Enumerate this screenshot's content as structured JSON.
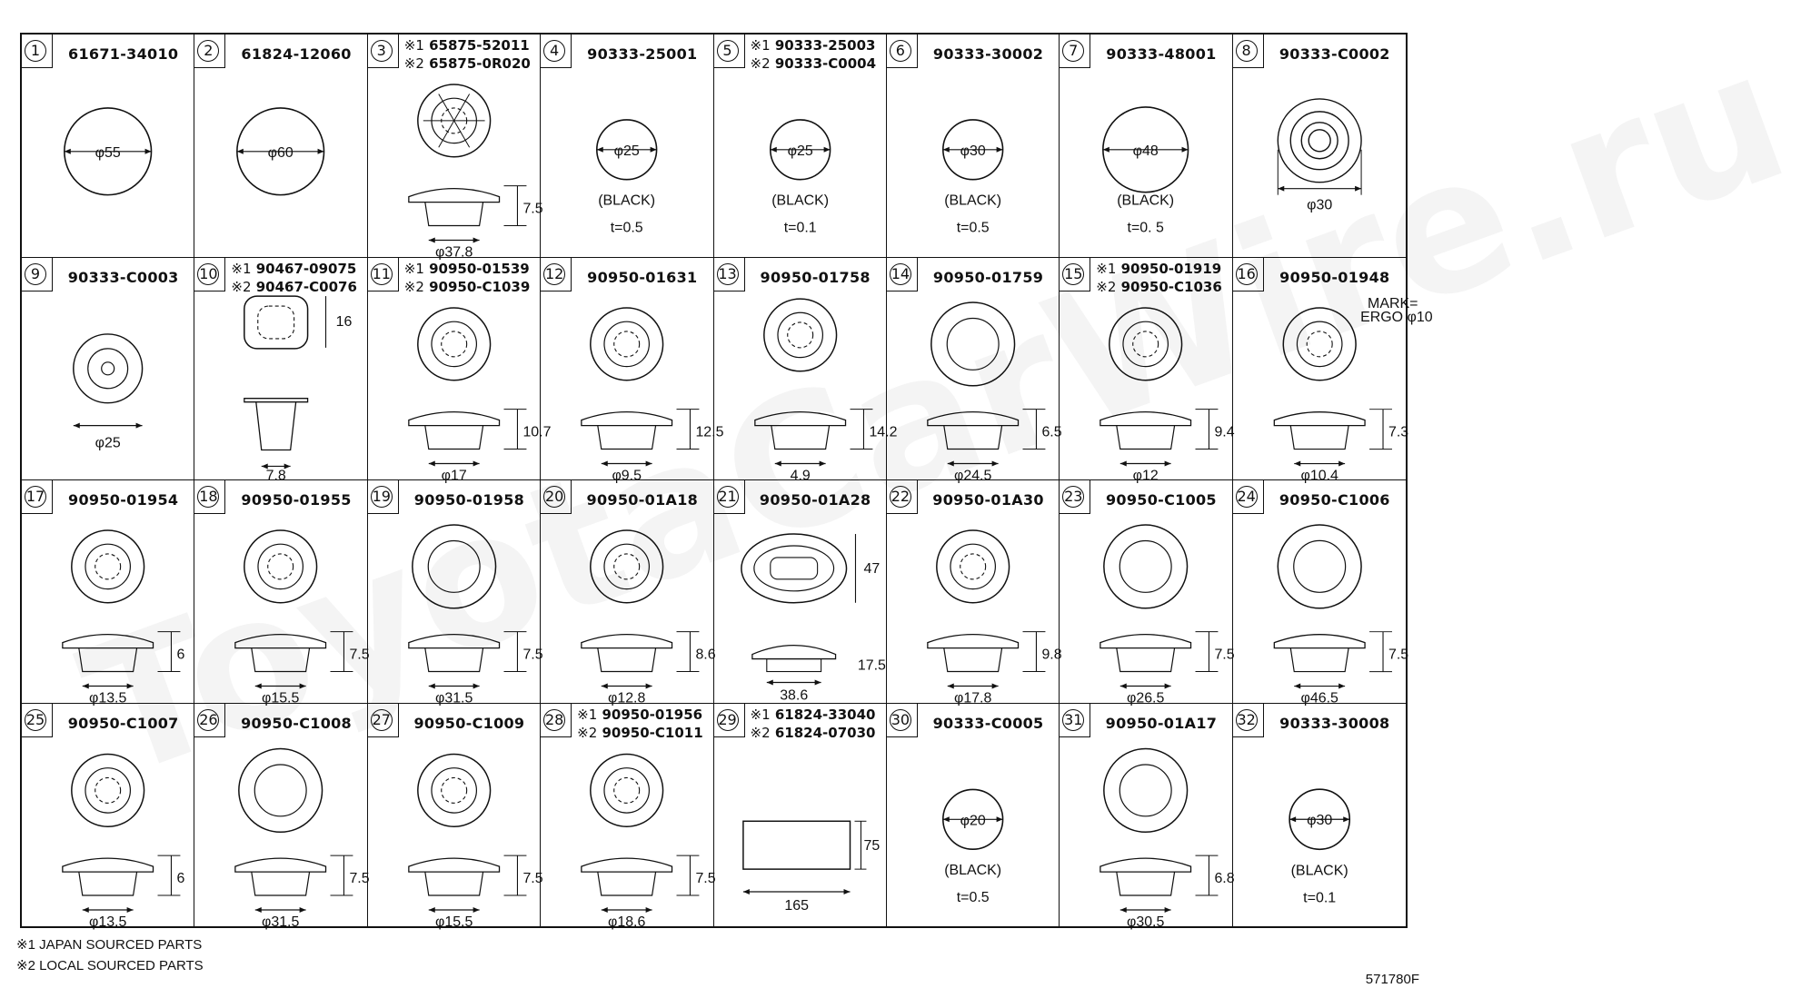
{
  "watermark": "ToyotaCarWire.ru",
  "figure_id": "571780F",
  "notes": [
    "※1 JAPAN SOURCED PARTS",
    "※2 LOCAL SOURCED PARTS"
  ],
  "cells": [
    {
      "num": "1",
      "part": "61671-34010",
      "shape": "disc",
      "dia": "φ55"
    },
    {
      "num": "2",
      "part": "61824-12060",
      "shape": "disc",
      "dia": "φ60"
    },
    {
      "num": "3",
      "part1": "65875-52011",
      "part2": "65875-0R020",
      "m1": "※1",
      "m2": "※2",
      "shape": "grom-spoke",
      "dim_h": "7.5",
      "dim_d": "φ37.8"
    },
    {
      "num": "4",
      "part": "90333-25001",
      "shape": "disc-small",
      "dia": "φ25",
      "color": "(BLACK)",
      "thick": "t=0.5"
    },
    {
      "num": "5",
      "part1": "90333-25003",
      "part2": "90333-C0004",
      "m1": "※1",
      "m2": "※2",
      "shape": "disc-small",
      "dia": "φ25",
      "color": "(BLACK)",
      "thick": "t=0.1"
    },
    {
      "num": "6",
      "part": "90333-30002",
      "shape": "disc-small",
      "dia": "φ30",
      "color": "(BLACK)",
      "thick": "t=0.5"
    },
    {
      "num": "7",
      "part": "90333-48001",
      "shape": "disc-med",
      "dia": "φ48",
      "color": "(BLACK)",
      "thick": "t=0. 5"
    },
    {
      "num": "8",
      "part": "90333-C0002",
      "shape": "rings",
      "dia": "φ30"
    },
    {
      "num": "9",
      "part": "90333-C0003",
      "shape": "washer",
      "dia": "φ25"
    },
    {
      "num": "10",
      "part1": "90467-09075",
      "part2": "90467-C0076",
      "m1": "※1",
      "m2": "※2",
      "shape": "clip",
      "dim_h": "16",
      "dim_d": "7.8"
    },
    {
      "num": "11",
      "part1": "90950-01539",
      "part2": "90950-C1039",
      "m1": "※1",
      "m2": "※2",
      "shape": "plug",
      "dim_h": "10.7",
      "dim_d": "φ17"
    },
    {
      "num": "12",
      "part": "90950-01631",
      "shape": "plug-small",
      "dim_h": "12.5",
      "dim_d": "φ9.5"
    },
    {
      "num": "13",
      "part": "90950-01758",
      "shape": "screw",
      "dim_h": "14.2",
      "dim_d": "4.9"
    },
    {
      "num": "14",
      "part": "90950-01759",
      "shape": "cap",
      "dim_h": "6.5",
      "dim_d": "φ24.5"
    },
    {
      "num": "15",
      "part1": "90950-01919",
      "part2": "90950-C1036",
      "m1": "※1",
      "m2": "※2",
      "shape": "hexplug",
      "dim_h": "9.4",
      "dim_d": "φ12"
    },
    {
      "num": "16",
      "part": "90950-01948",
      "shape": "mark",
      "dim_h": "7.3",
      "dim_d": "φ10.4",
      "mark": "MARK=",
      "mark2": "ERGO φ10"
    },
    {
      "num": "17",
      "part": "90950-01954",
      "shape": "grom",
      "dim_h": "6",
      "dim_d": "φ13.5"
    },
    {
      "num": "18",
      "part": "90950-01955",
      "shape": "grom",
      "dim_h": "7.5",
      "dim_d": "φ15.5"
    },
    {
      "num": "19",
      "part": "90950-01958",
      "shape": "cap",
      "dim_h": "7.5",
      "dim_d": "φ31.5"
    },
    {
      "num": "20",
      "part": "90950-01A18",
      "shape": "hexplug",
      "dim_h": "8.6",
      "dim_d": "φ12.8"
    },
    {
      "num": "21",
      "part": "90950-01A28",
      "shape": "oval",
      "dim_h": "17.5",
      "dim_w": "47",
      "dim_d": "38.6"
    },
    {
      "num": "22",
      "part": "90950-01A30",
      "shape": "hexplug",
      "dim_h": "9.8",
      "dim_d": "φ17.8"
    },
    {
      "num": "23",
      "part": "90950-C1005",
      "shape": "cap",
      "dim_h": "7.5",
      "dim_d": "φ26.5"
    },
    {
      "num": "24",
      "part": "90950-C1006",
      "shape": "cap",
      "dim_h": "7.5",
      "dim_d": "φ46.5"
    },
    {
      "num": "25",
      "part": "90950-C1007",
      "shape": "grom",
      "dim_h": "6",
      "dim_d": "φ13.5"
    },
    {
      "num": "26",
      "part": "90950-C1008",
      "shape": "cap",
      "dim_h": "7.5",
      "dim_d": "φ31.5"
    },
    {
      "num": "27",
      "part": "90950-C1009",
      "shape": "grom",
      "dim_h": "7.5",
      "dim_d": "φ15.5"
    },
    {
      "num": "28",
      "part1": "90950-01956",
      "part2": "90950-C1011",
      "m1": "※1",
      "m2": "※2",
      "shape": "grom",
      "dim_h": "7.5",
      "dim_d": "φ18.6"
    },
    {
      "num": "29",
      "part1": "61824-33040",
      "part2": "61824-07030",
      "m1": "※1",
      "m2": "※2",
      "shape": "rect",
      "dim_h": "75",
      "dim_d": "165"
    },
    {
      "num": "30",
      "part": "90333-C0005",
      "shape": "disc-small",
      "dia": "φ20",
      "color": "(BLACK)",
      "thick": "t=0.5"
    },
    {
      "num": "31",
      "part": "90950-01A17",
      "shape": "cap",
      "dim_h": "6.8",
      "dim_d": "φ30.5"
    },
    {
      "num": "32",
      "part": "90333-30008",
      "shape": "disc-small",
      "dia": "φ30",
      "color": "(BLACK)",
      "thick": "t=0.1"
    }
  ]
}
